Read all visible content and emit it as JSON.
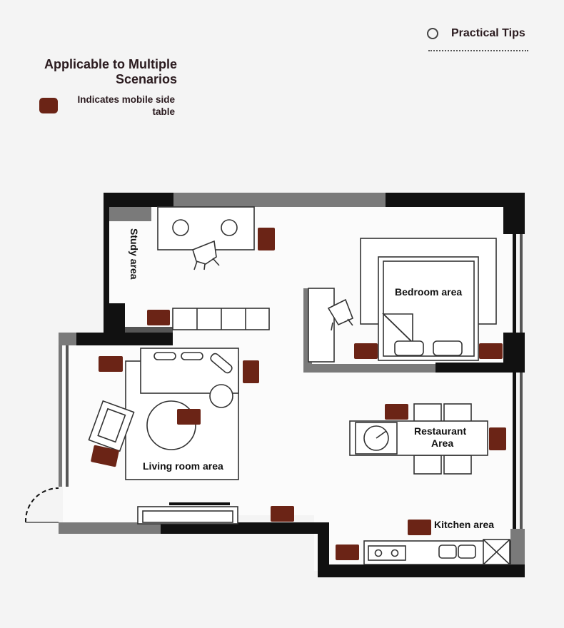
{
  "header": {
    "tips_label": "Practical Tips",
    "title_line1": "Applicable to Multiple",
    "title_line2": "Scenarios"
  },
  "legend": {
    "text_line1": "Indicates mobile side",
    "text_line2": "table",
    "swatch_color": "#6b2416"
  },
  "areas": {
    "study": "Study area",
    "bedroom": "Bedroom area",
    "living": "Living room area",
    "restaurant_line1": "Restaurant",
    "restaurant_line2": "Area",
    "kitchen": "Kitchen area"
  },
  "colors": {
    "wall_dark": "#111111",
    "wall_gray": "#7a7a7a",
    "furniture_line": "#333333",
    "floor": "#fbfbfb",
    "side_table": "#6b2416"
  }
}
